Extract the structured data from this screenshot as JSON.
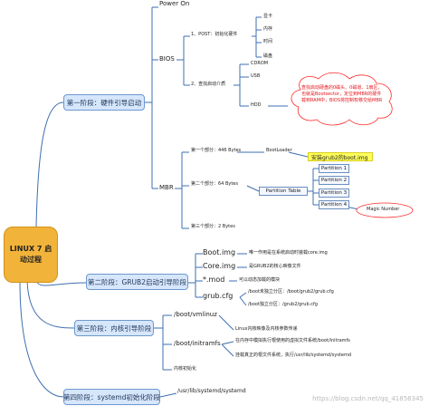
{
  "root": {
    "label": "LINUX 7 启动过程"
  },
  "stage1": {
    "label": "第一阶段：硬件引导启动",
    "power_on": "Power On",
    "bios": {
      "label": "BIOS",
      "post": "1、POST：初始化硬件",
      "post_items": [
        "显卡",
        "内存",
        "时间",
        "磁盘"
      ],
      "boot_find": "2、查找启动介质",
      "media": [
        "CDROM",
        "USB",
        "HDD"
      ],
      "cloud_note": "查找启动硬盘的0磁头、0磁道、1扇区，也就是Bootsector，定位到MBR的硬件载到RAM中，BIOS将控制权移交给MBR"
    },
    "mbr": {
      "label": "MBR",
      "part1": "第一个部分：446 Bytes",
      "bootloader": "BootLoader",
      "grub_note": "安装grub2的boot.img",
      "part2": "第二个部分：64 Bytes",
      "partition_table": "Partition Table",
      "partitions": [
        "Partition 1",
        "Partition 2",
        "Partition 3",
        "Partition 4"
      ],
      "magic": "Magic Number",
      "part3": "第三个部分：2 Bytes"
    }
  },
  "stage2": {
    "label": "第二阶段：GRUB2启动引导阶段",
    "items": [
      {
        "name": "Boot.img",
        "desc": "唯一作用是在系统启动时装载core.img"
      },
      {
        "name": "Core.img",
        "desc": "是GRUB2的核心映像文件"
      },
      {
        "name": "*.mod",
        "desc": "可以动态加载的模块"
      },
      {
        "name": "grub.cfg",
        "desc": "/boot未独立分区：/boot/grub2/grub.cfg"
      }
    ],
    "grub_cfg_alt": "/boot独立分区：/grub2/grub.cfg"
  },
  "stage3": {
    "label": "第三阶段：内核引导阶段",
    "vmlinuz": "/boot/vmlinuz",
    "vmlinuz_desc": "Linux内核映像及内核参数传递",
    "initramfs": "/boot/initramfs",
    "initramfs_desc1": "在内存中模拟执行根使用的虚拟文件系统/boot/initramfs",
    "initramfs_desc2": "挂载真正的根文件系统，执行/usr/lib/systemd/systemd",
    "kernel_init": "内核初始化"
  },
  "stage4": {
    "label": "第四阶段：systemd初始化阶段",
    "item": "/usr/lib/systemd/systemd"
  },
  "watermark": "https://blog.csdn.net/qq_41856345"
}
